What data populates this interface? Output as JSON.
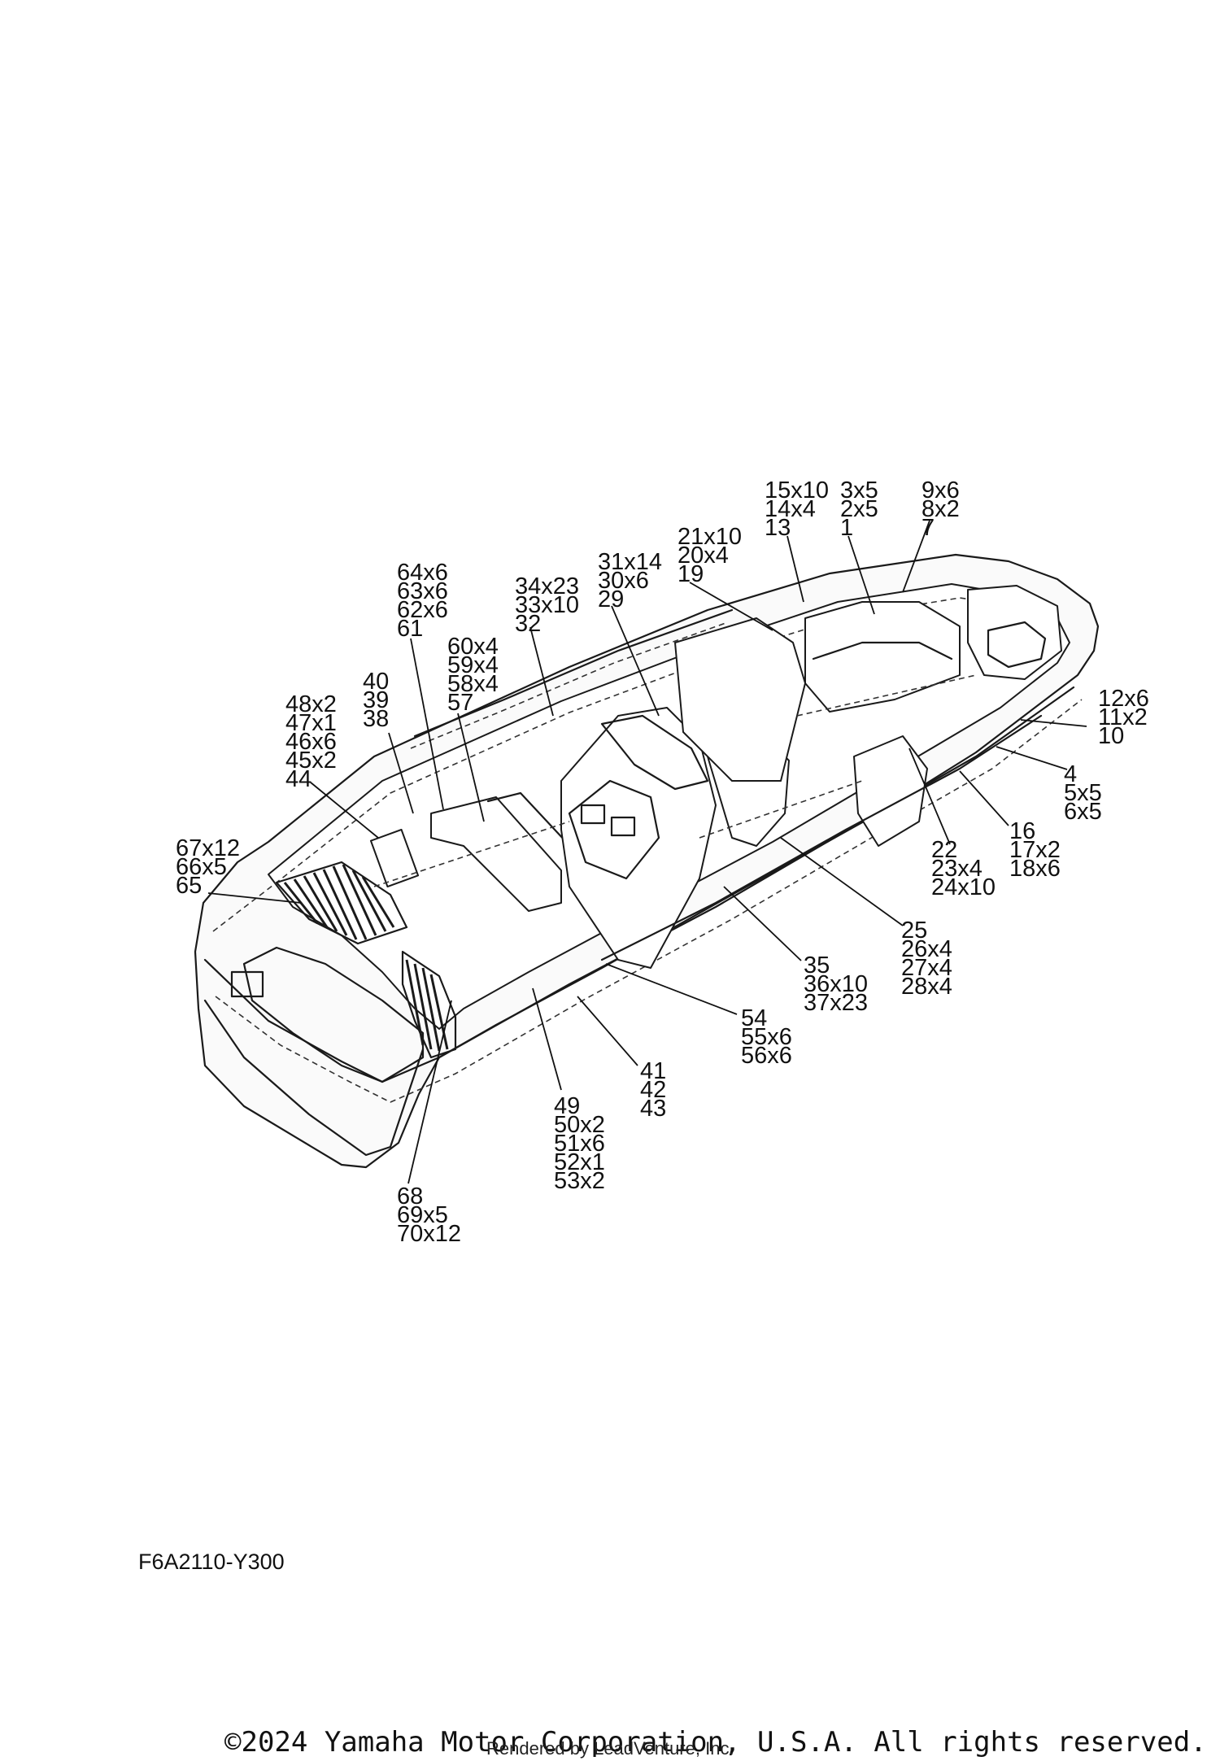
{
  "callouts": [
    {
      "id": "c-15-14-13",
      "lines": [
        "15x10",
        "14x4",
        "13"
      ]
    },
    {
      "id": "c-3-2-1",
      "lines": [
        "3x5",
        "2x5",
        "1"
      ]
    },
    {
      "id": "c-9-8-7",
      "lines": [
        "9x6",
        "8x2",
        "7"
      ]
    },
    {
      "id": "c-21-20-19",
      "lines": [
        "21x10",
        "20x4",
        "19"
      ]
    },
    {
      "id": "c-31-30-29",
      "lines": [
        "31x14",
        "30x6",
        "29"
      ]
    },
    {
      "id": "c-34-33-32",
      "lines": [
        "34x23",
        "33x10",
        "32"
      ]
    },
    {
      "id": "c-64-63-62-61",
      "lines": [
        "64x6",
        "63x6",
        "62x6",
        "61"
      ]
    },
    {
      "id": "c-60-59-58-57",
      "lines": [
        "60x4",
        "59x4",
        "58x4",
        "57"
      ]
    },
    {
      "id": "c-40-39-38",
      "lines": [
        "40",
        "39",
        "38"
      ]
    },
    {
      "id": "c-48-47-46-45-44",
      "lines": [
        "48x2",
        "47x1",
        "46x6",
        "45x2",
        "44"
      ]
    },
    {
      "id": "c-67-66-65",
      "lines": [
        "67x12",
        "66x5",
        "65"
      ]
    },
    {
      "id": "c-12-11-10",
      "lines": [
        "12x6",
        "11x2",
        "10"
      ]
    },
    {
      "id": "c-4-5-6",
      "lines": [
        "4",
        "5x5",
        "6x5"
      ]
    },
    {
      "id": "c-16-17-18",
      "lines": [
        "16",
        "17x2",
        "18x6"
      ]
    },
    {
      "id": "c-22-23-24",
      "lines": [
        "22",
        "23x4",
        "24x10"
      ]
    },
    {
      "id": "c-25-26-27-28",
      "lines": [
        "25",
        "26x4",
        "27x4",
        "28x4"
      ]
    },
    {
      "id": "c-35-36-37",
      "lines": [
        "35",
        "36x10",
        "37x23"
      ]
    },
    {
      "id": "c-54-55-56",
      "lines": [
        "54",
        "55x6",
        "56x6"
      ]
    },
    {
      "id": "c-41-42-43",
      "lines": [
        "41",
        "42",
        "43"
      ]
    },
    {
      "id": "c-49-50-51-52-53",
      "lines": [
        "49",
        "50x2",
        "51x6",
        "52x1",
        "53x2"
      ]
    },
    {
      "id": "c-68-69-70",
      "lines": [
        "68",
        "69x5",
        "70x12"
      ]
    }
  ],
  "diagram_code": "F6A2110-Y300",
  "copyright": "©2024 Yamaha Motor Corporation, U.S.A. All rights reserved.",
  "rendered_by": "Rendered by LeadVenture, Inc."
}
